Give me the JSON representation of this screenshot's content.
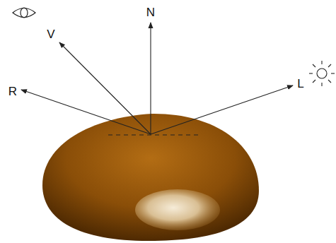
{
  "diagram": {
    "labels": [
      "N",
      "V",
      "R",
      "L"
    ]
  }
}
